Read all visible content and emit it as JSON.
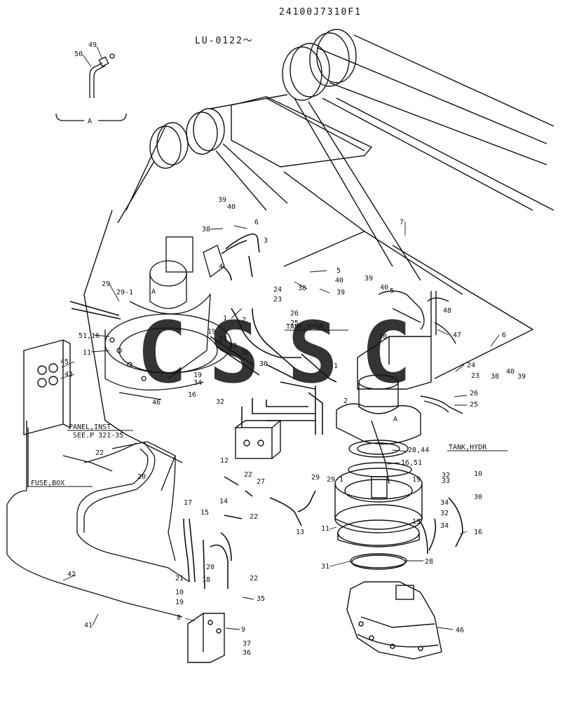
{
  "header": {
    "drawing_number": "24100J7310F1",
    "serial_range": "LU-0122～"
  },
  "labels": {
    "detail_a": "A",
    "detail_a_marker_upper": "A",
    "detail_a_marker_lower": "A",
    "tank_hydr_upper": "TANK,HYDR",
    "tank_hydr_lower": "TANK,HYDR",
    "panel_inst": "PANEL,INST",
    "panel_see_ref": "SEE.P 321-35",
    "fuse_box": "FUSE,BOX"
  },
  "watermark": {
    "letters": [
      "C",
      "S",
      "S",
      "C"
    ],
    "colors": [
      "#1f5fbf",
      "#e0493a",
      "#f2c21b",
      "#2aa84a"
    ]
  },
  "part_numbers": {
    "p49": "49",
    "p50": "50",
    "p39a": "39",
    "p40a": "40",
    "p6a": "6",
    "p38a": "38",
    "p3": "3",
    "p4": "4",
    "p5a": "5",
    "p38b": "38",
    "p40b": "40",
    "p39b": "39",
    "p24a": "24",
    "p23a": "23",
    "p1a": "1",
    "p26a": "26",
    "p25a": "25",
    "p2a": "2",
    "p29a": "29",
    "p291a": "29-1",
    "p5116": "51,16",
    "p11a": "11",
    "p19a": "19",
    "p32a": "32",
    "p33a": "33",
    "p10a": "10",
    "p30a": "30",
    "p19b": "19",
    "p34a": "34",
    "p16a": "16",
    "p32b": "32",
    "p46a": "46",
    "p39c": "39",
    "p40c": "40",
    "p5b": "5",
    "p7": "7",
    "p48": "48",
    "p38c": "38",
    "p47": "47",
    "p6b": "6",
    "p24b": "24",
    "p23b": "23",
    "p38d": "38",
    "p40d": "40",
    "p39d": "39",
    "p26b": "26",
    "p25b": "25",
    "p1b": "1",
    "p2b": "2",
    "p45": "45",
    "p43": "43",
    "p2844": "28,44",
    "p1651": "16,51",
    "p22a": "22",
    "p20a": "20",
    "p12": "12",
    "p22b": "22",
    "p27": "27",
    "p22c": "22",
    "p29b": "29",
    "p291b": "29-1",
    "p14": "14",
    "p13": "13",
    "p19c": "19",
    "p32c": "32",
    "p33b": "33",
    "p10b": "10",
    "p34b": "34",
    "p30b": "30",
    "p32d": "32",
    "p19d": "19",
    "p34c": "34",
    "p16b": "16",
    "p11b": "11",
    "p31": "31",
    "p28": "28",
    "p17": "17",
    "p15": "15",
    "p20b": "20",
    "p21": "21",
    "p18": "18",
    "p10c": "10",
    "p19e": "19",
    "p22d": "22",
    "p35": "35",
    "p42": "42",
    "p41": "41",
    "p8": "8",
    "p9": "9",
    "p37": "37",
    "p36": "36",
    "p46b": "46"
  }
}
